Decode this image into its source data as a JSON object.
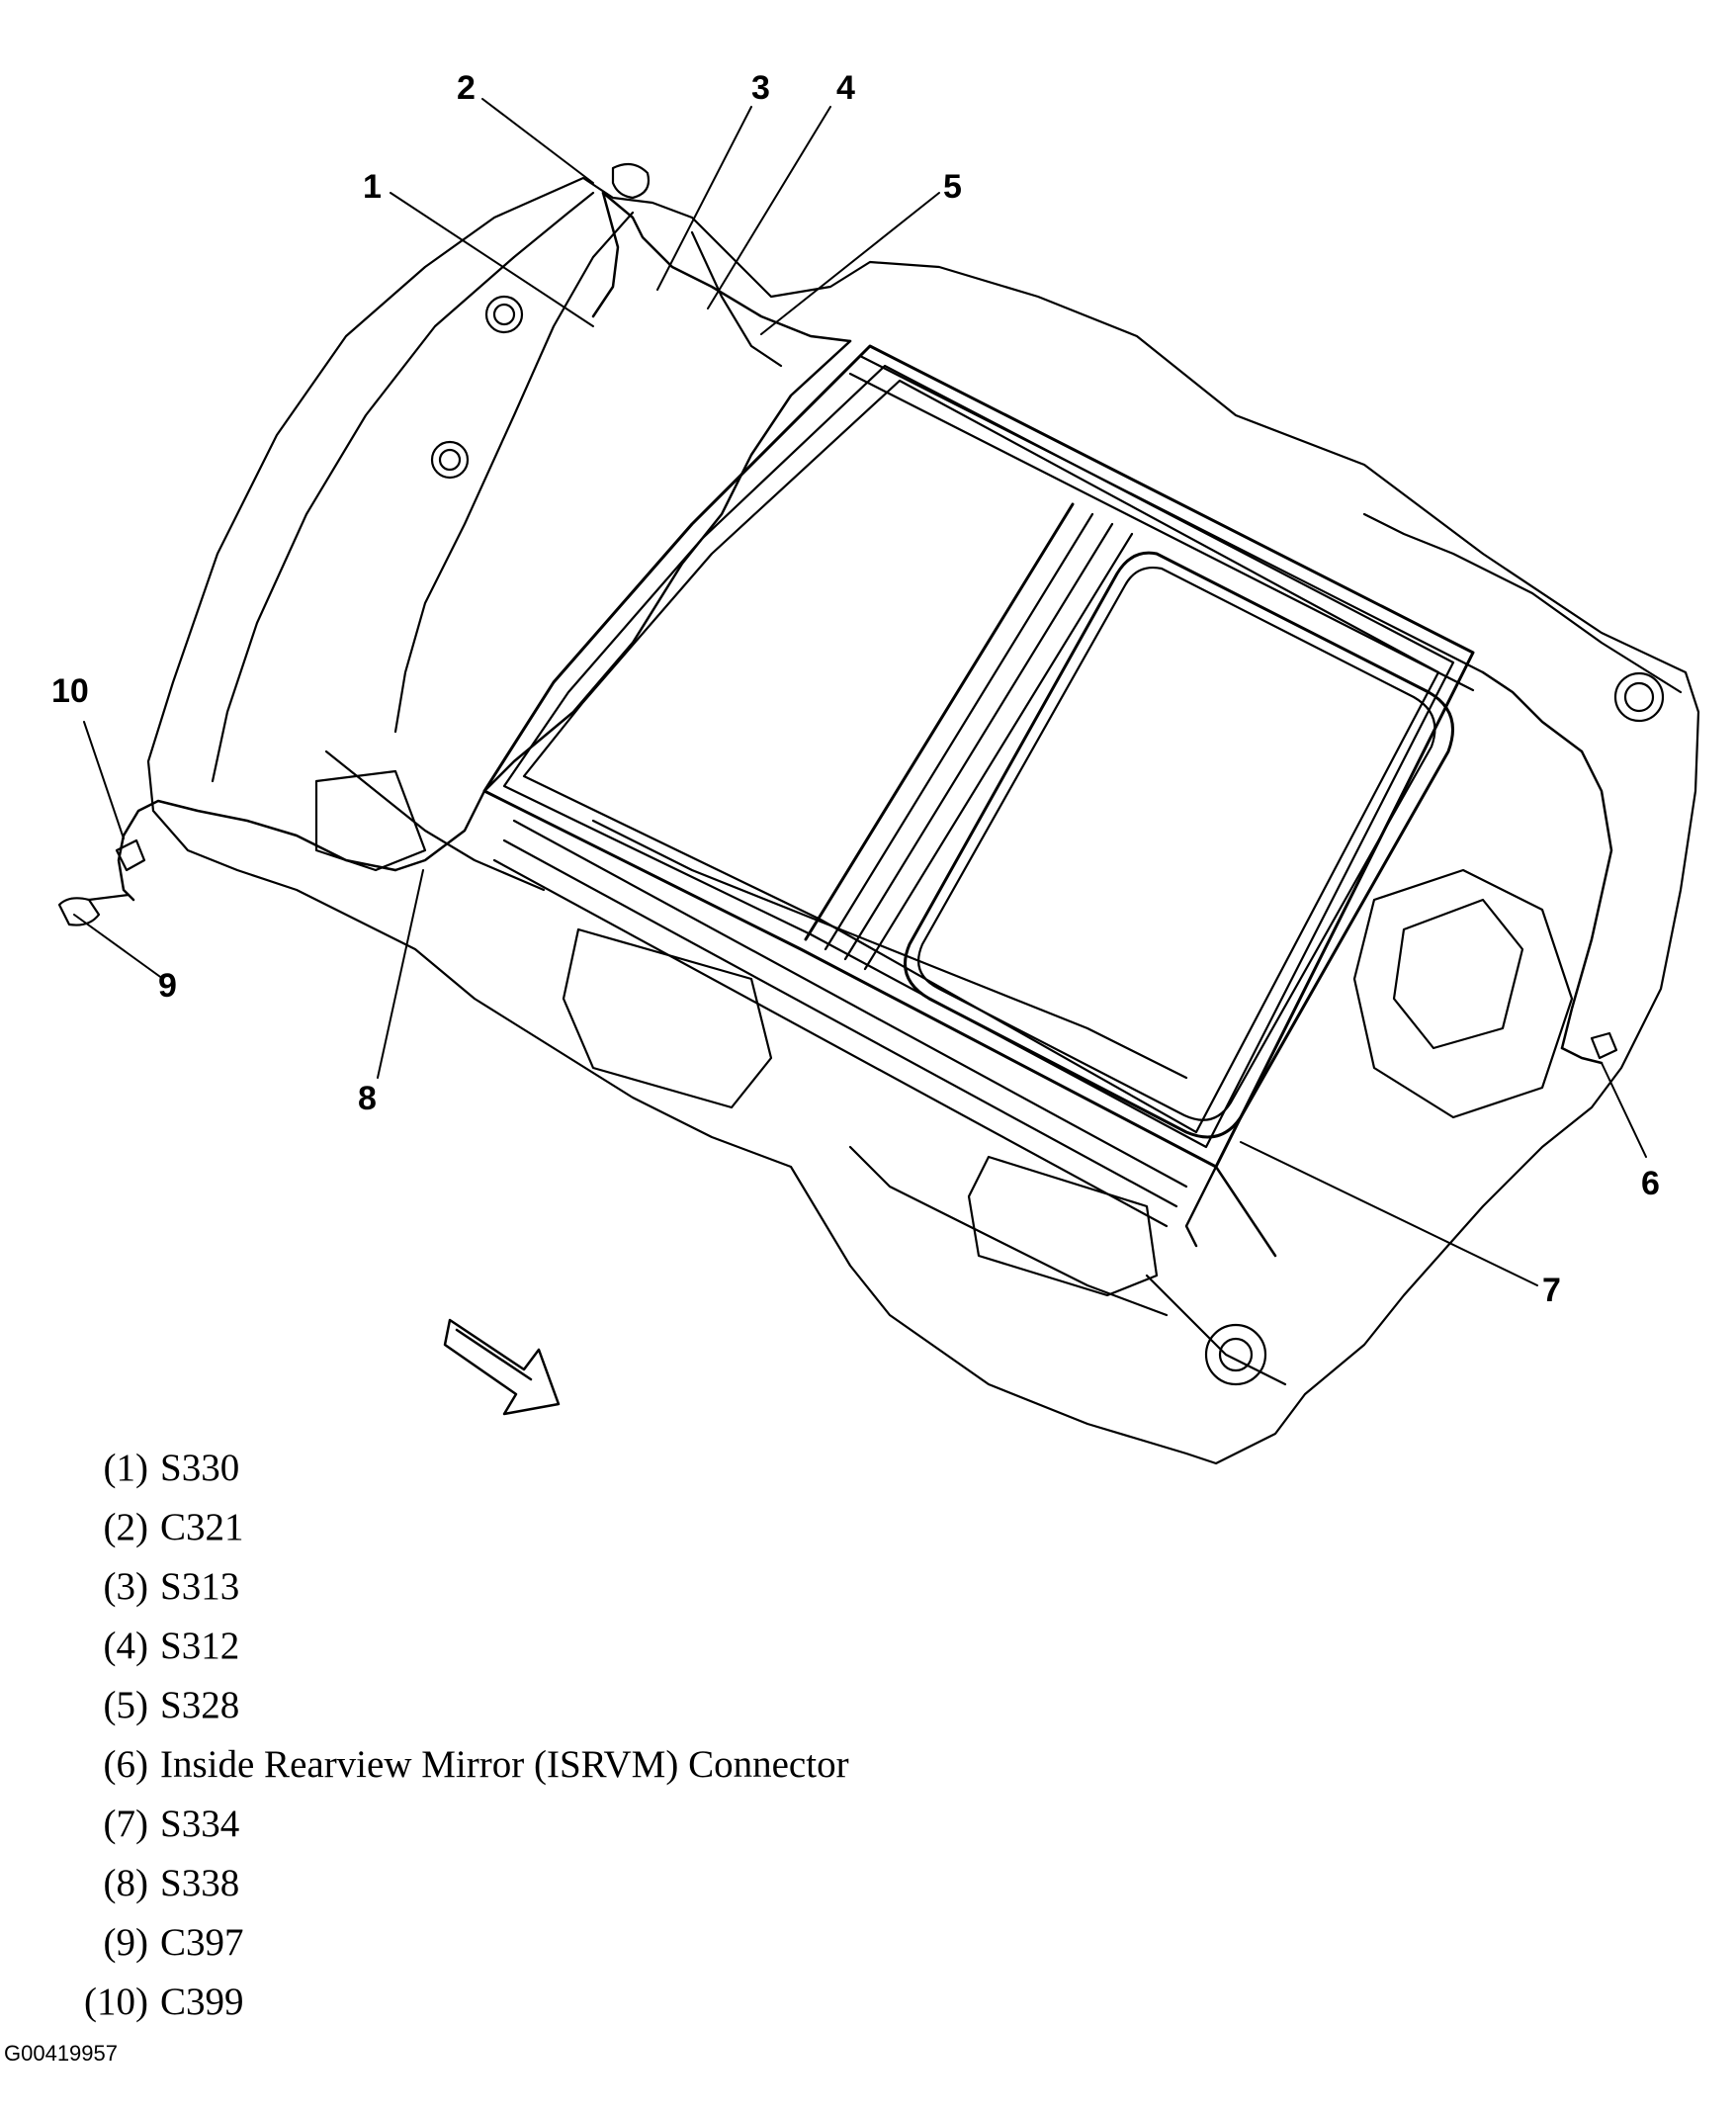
{
  "callouts": [
    "1",
    "2",
    "3",
    "4",
    "5",
    "6",
    "7",
    "8",
    "9",
    "10"
  ],
  "legend": [
    {
      "num": "(1)",
      "text": "S330"
    },
    {
      "num": "(2)",
      "text": "C321"
    },
    {
      "num": "(3)",
      "text": "S313"
    },
    {
      "num": "(4)",
      "text": "S312"
    },
    {
      "num": "(5)",
      "text": "S328"
    },
    {
      "num": "(6)",
      "text": "Inside Rearview Mirror (ISRVM) Connector"
    },
    {
      "num": "(7)",
      "text": "S334"
    },
    {
      "num": "(8)",
      "text": "S338"
    },
    {
      "num": "(9)",
      "text": "C397"
    },
    {
      "num": "(10)",
      "text": "C399"
    }
  ],
  "figure_id": "G00419957",
  "colors": {
    "ink": "#000000",
    "background": "#ffffff"
  }
}
